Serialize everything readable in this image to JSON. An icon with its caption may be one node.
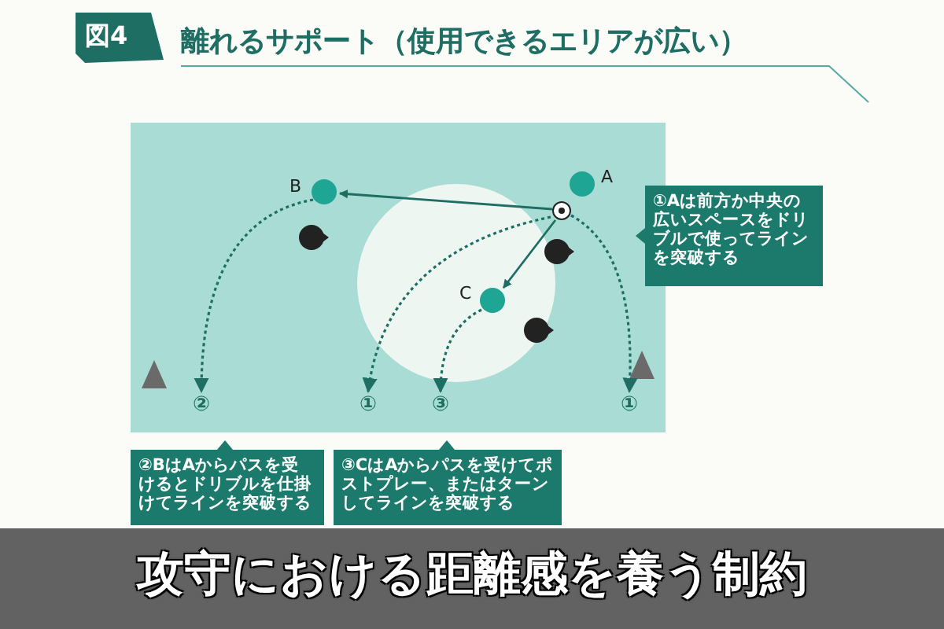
{
  "diagram": {
    "title": "離れるサポート（使用できるエリアが広い）",
    "caption": "攻守における距離感を養う制約",
    "nodes": [
      {
        "text": [
          "A"
        ]
      },
      {
        "text": [],
        "shape": "circle"
      },
      {
        "text": [
          "B"
        ]
      },
      {
        "text": [
          "C"
        ]
      },
      {
        "text": [
          "②"
        ]
      },
      {
        "text": [
          "①"
        ]
      },
      {
        "text": [
          "③"
        ]
      },
      {
        "text": [
          "①"
        ]
      },
      {
        "text": [
          "①Aは前方か中央の広いスペースをドリブルで使ってラインを突破する"
        ]
      },
      {
        "text": [
          "②BはAからパスを受けるとドリブルを仕掛けてラインを突破する"
        ]
      },
      {
        "text": [
          "③CはAからパスを受けてポストプレー、またはターンしてラインを突破する"
        ]
      }
    ],
    "edges": [
      {
        "from": 1,
        "to": 2,
        "arrow": "to"
      },
      {
        "from": 1,
        "to": 3,
        "arrow": "to"
      },
      {
        "from": 2,
        "to": 4,
        "arrow": "to",
        "style": "dashed"
      },
      {
        "from": 1,
        "to": 5,
        "arrow": "to",
        "style": "dashed"
      },
      {
        "from": 3,
        "to": 6,
        "arrow": "to",
        "style": "dashed"
      },
      {
        "from": 1,
        "to": 7,
        "arrow": "to",
        "style": "dashed"
      }
    ],
    "labels": [
      "図4"
    ]
  }
}
